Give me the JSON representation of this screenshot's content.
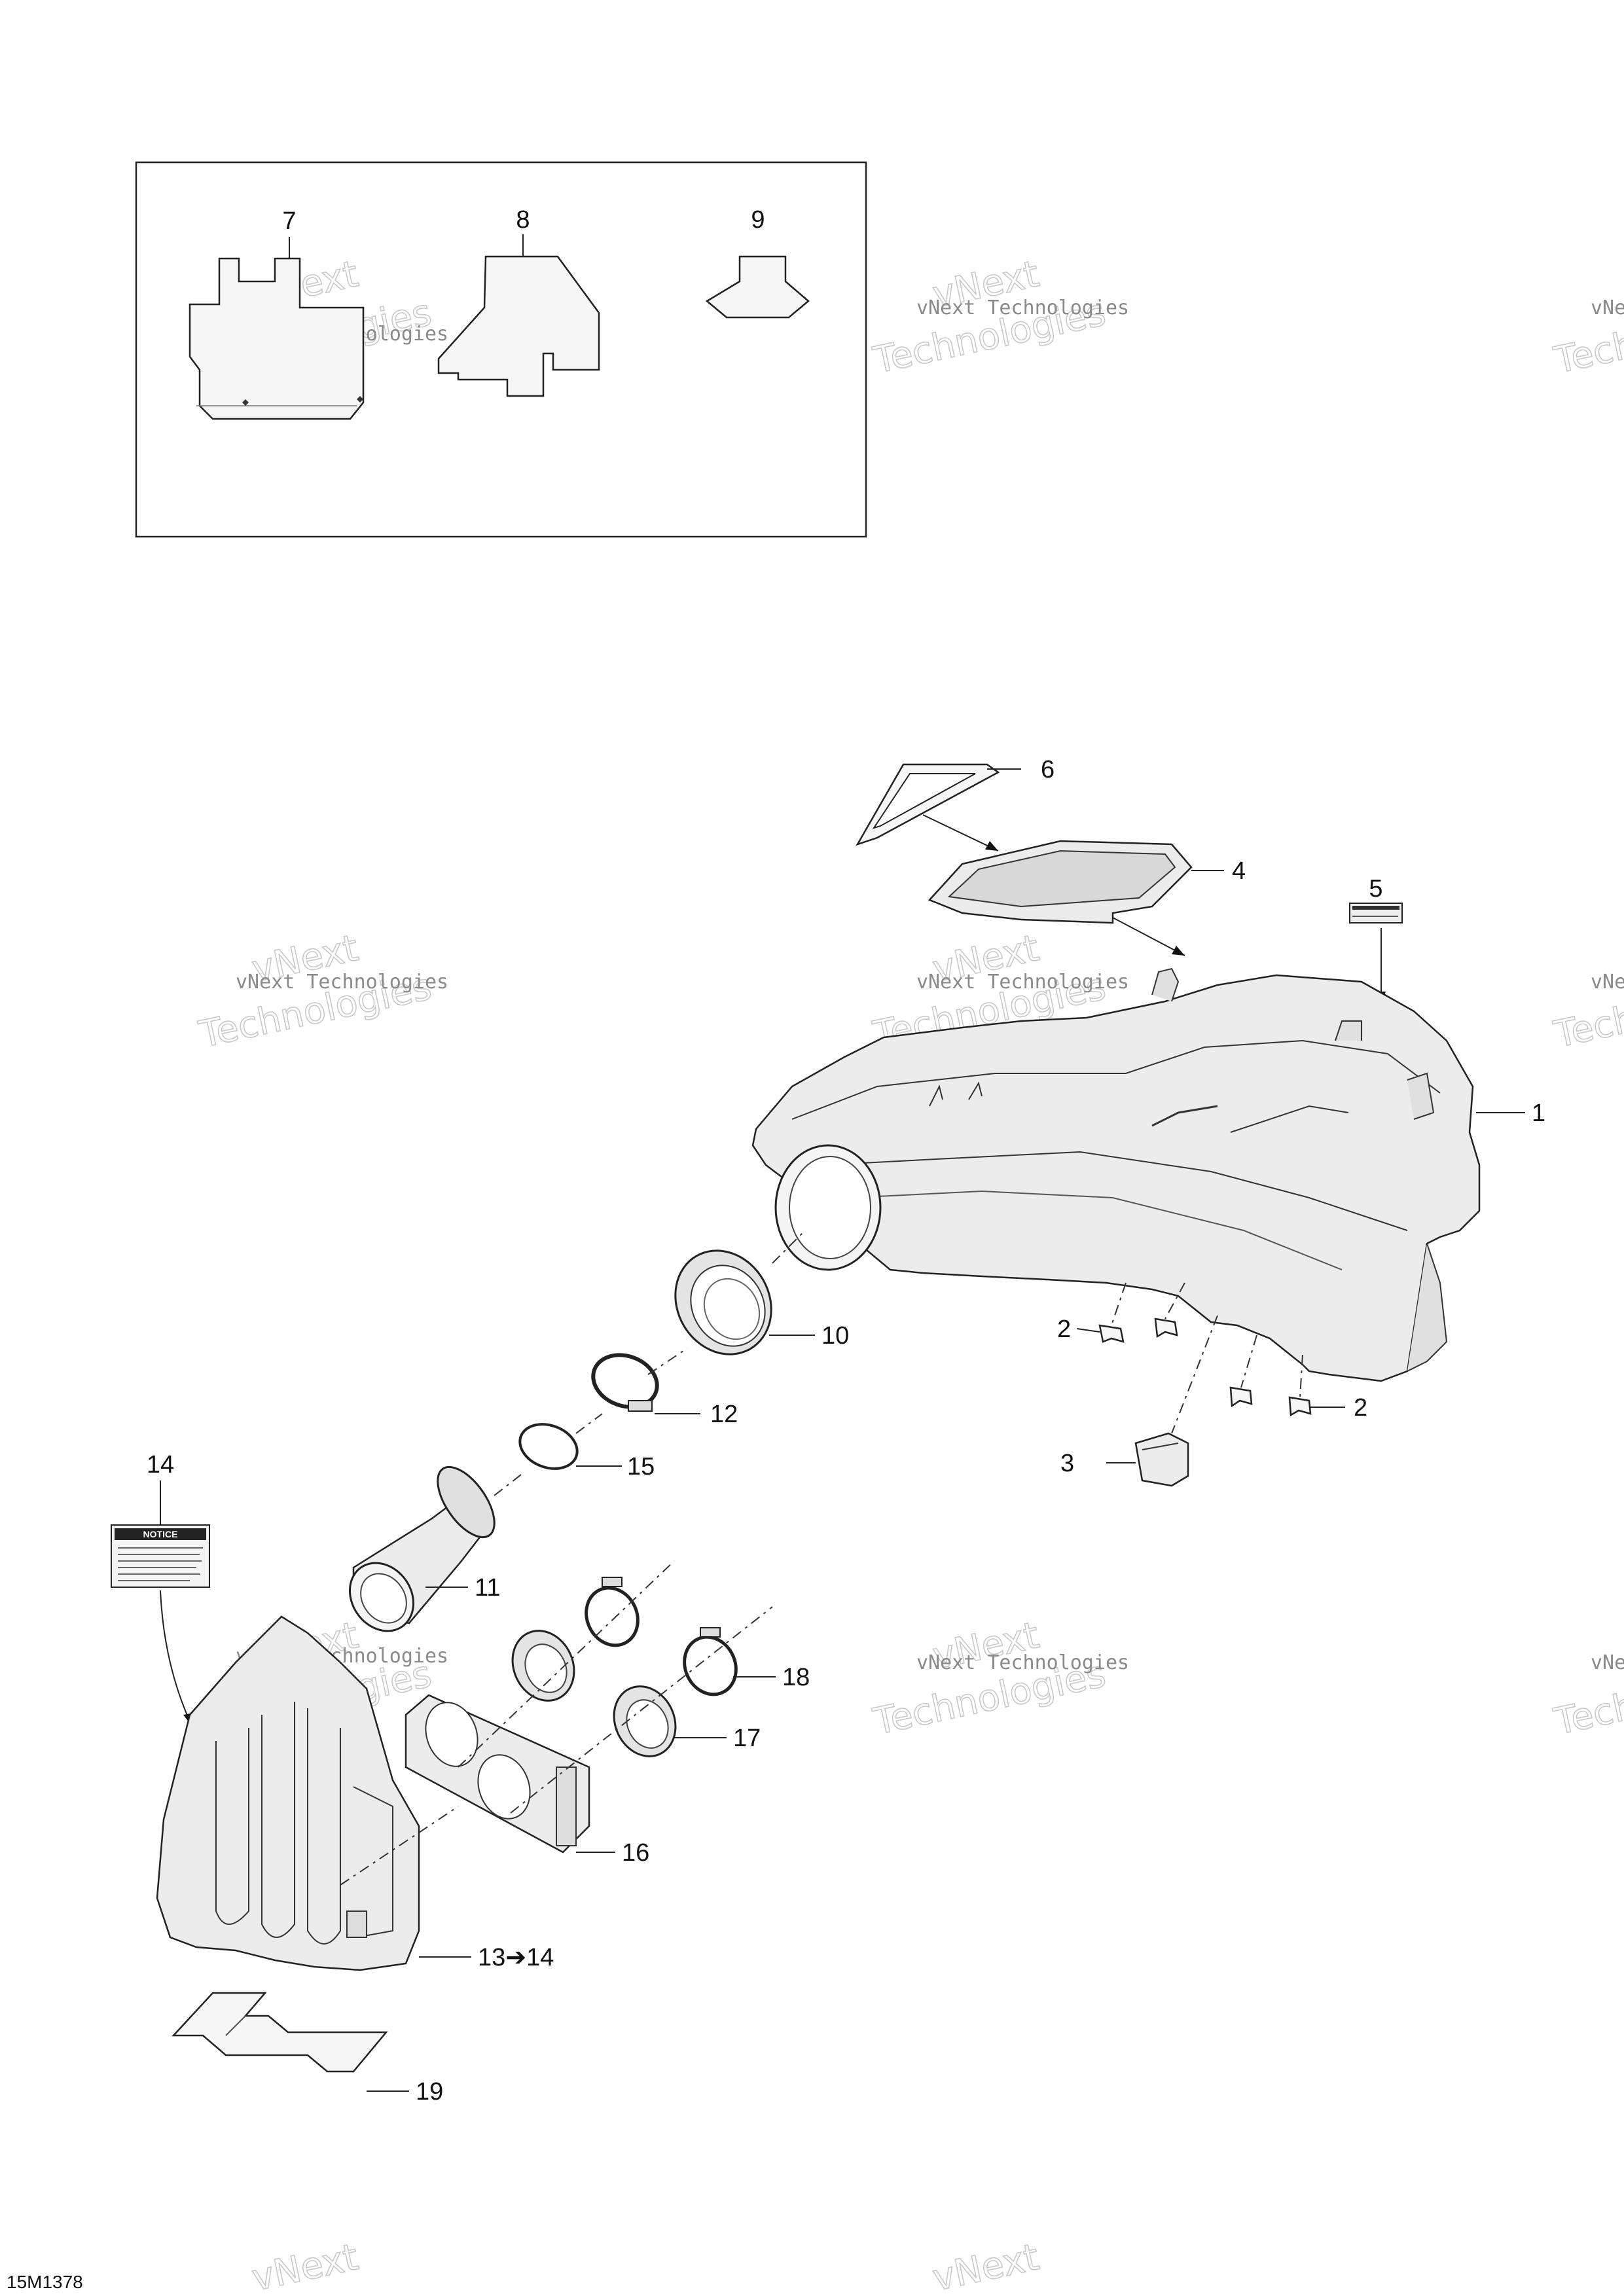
{
  "callouts": {
    "c1": "1",
    "c2a": "2",
    "c2b": "2",
    "c3": "3",
    "c4": "4",
    "c5": "5",
    "c6": "6",
    "c7": "7",
    "c8": "8",
    "c9": "9",
    "c10": "10",
    "c11": "11",
    "c12": "12",
    "c13": "13➔14",
    "c14": "14",
    "c15": "15",
    "c16": "16",
    "c17": "17",
    "c18": "18",
    "c19": "19"
  },
  "notice_label": {
    "heading": "NOTICE"
  },
  "watermark": {
    "line1": "vNext Technologies",
    "line2": "vNext",
    "line3": "Technologies"
  },
  "figure_id": "15M1378"
}
